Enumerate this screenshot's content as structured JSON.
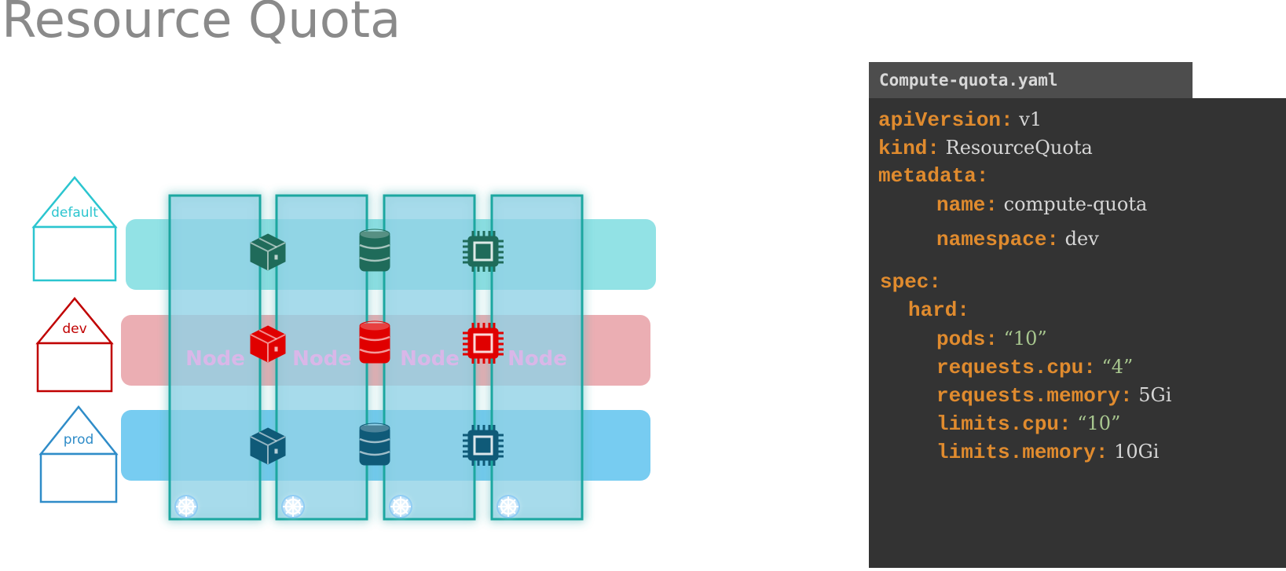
{
  "title": "Resource Quota",
  "namespaces": [
    {
      "label": "default",
      "color": "#2bc5cf",
      "band": "#7fdde0"
    },
    {
      "label": "dev",
      "color": "#c00000",
      "band": "#e8a0a6"
    },
    {
      "label": "prod",
      "color": "#2f8cc8",
      "band": "#5fc3ef"
    }
  ],
  "node_label": "Node",
  "code": {
    "filename": "Compute-quota.yaml",
    "lines": [
      {
        "key": "apiVersion:",
        "value": "v1"
      },
      {
        "key": "kind:",
        "value": "ResourceQuota"
      },
      {
        "key": "metadata:",
        "value": ""
      },
      {
        "key": "name:",
        "value": "compute-quota"
      },
      {
        "key": "namespace:",
        "value": "dev"
      },
      {
        "key": "spec:",
        "value": ""
      },
      {
        "key": "hard:",
        "value": ""
      },
      {
        "key": "pods:",
        "value": "“10”"
      },
      {
        "key": "requests.cpu:",
        "value": "“4”"
      },
      {
        "key": "requests.memory:",
        "value": "5Gi"
      },
      {
        "key": "limits.cpu:",
        "value": "“10”"
      },
      {
        "key": "limits.memory:",
        "value": "10Gi"
      }
    ]
  },
  "colors": {
    "code_bg": "#333333",
    "tab_bg": "#4d4d4d",
    "key": "#e08b2e",
    "value": "#d6d6d6",
    "string": "#a8c78f"
  }
}
